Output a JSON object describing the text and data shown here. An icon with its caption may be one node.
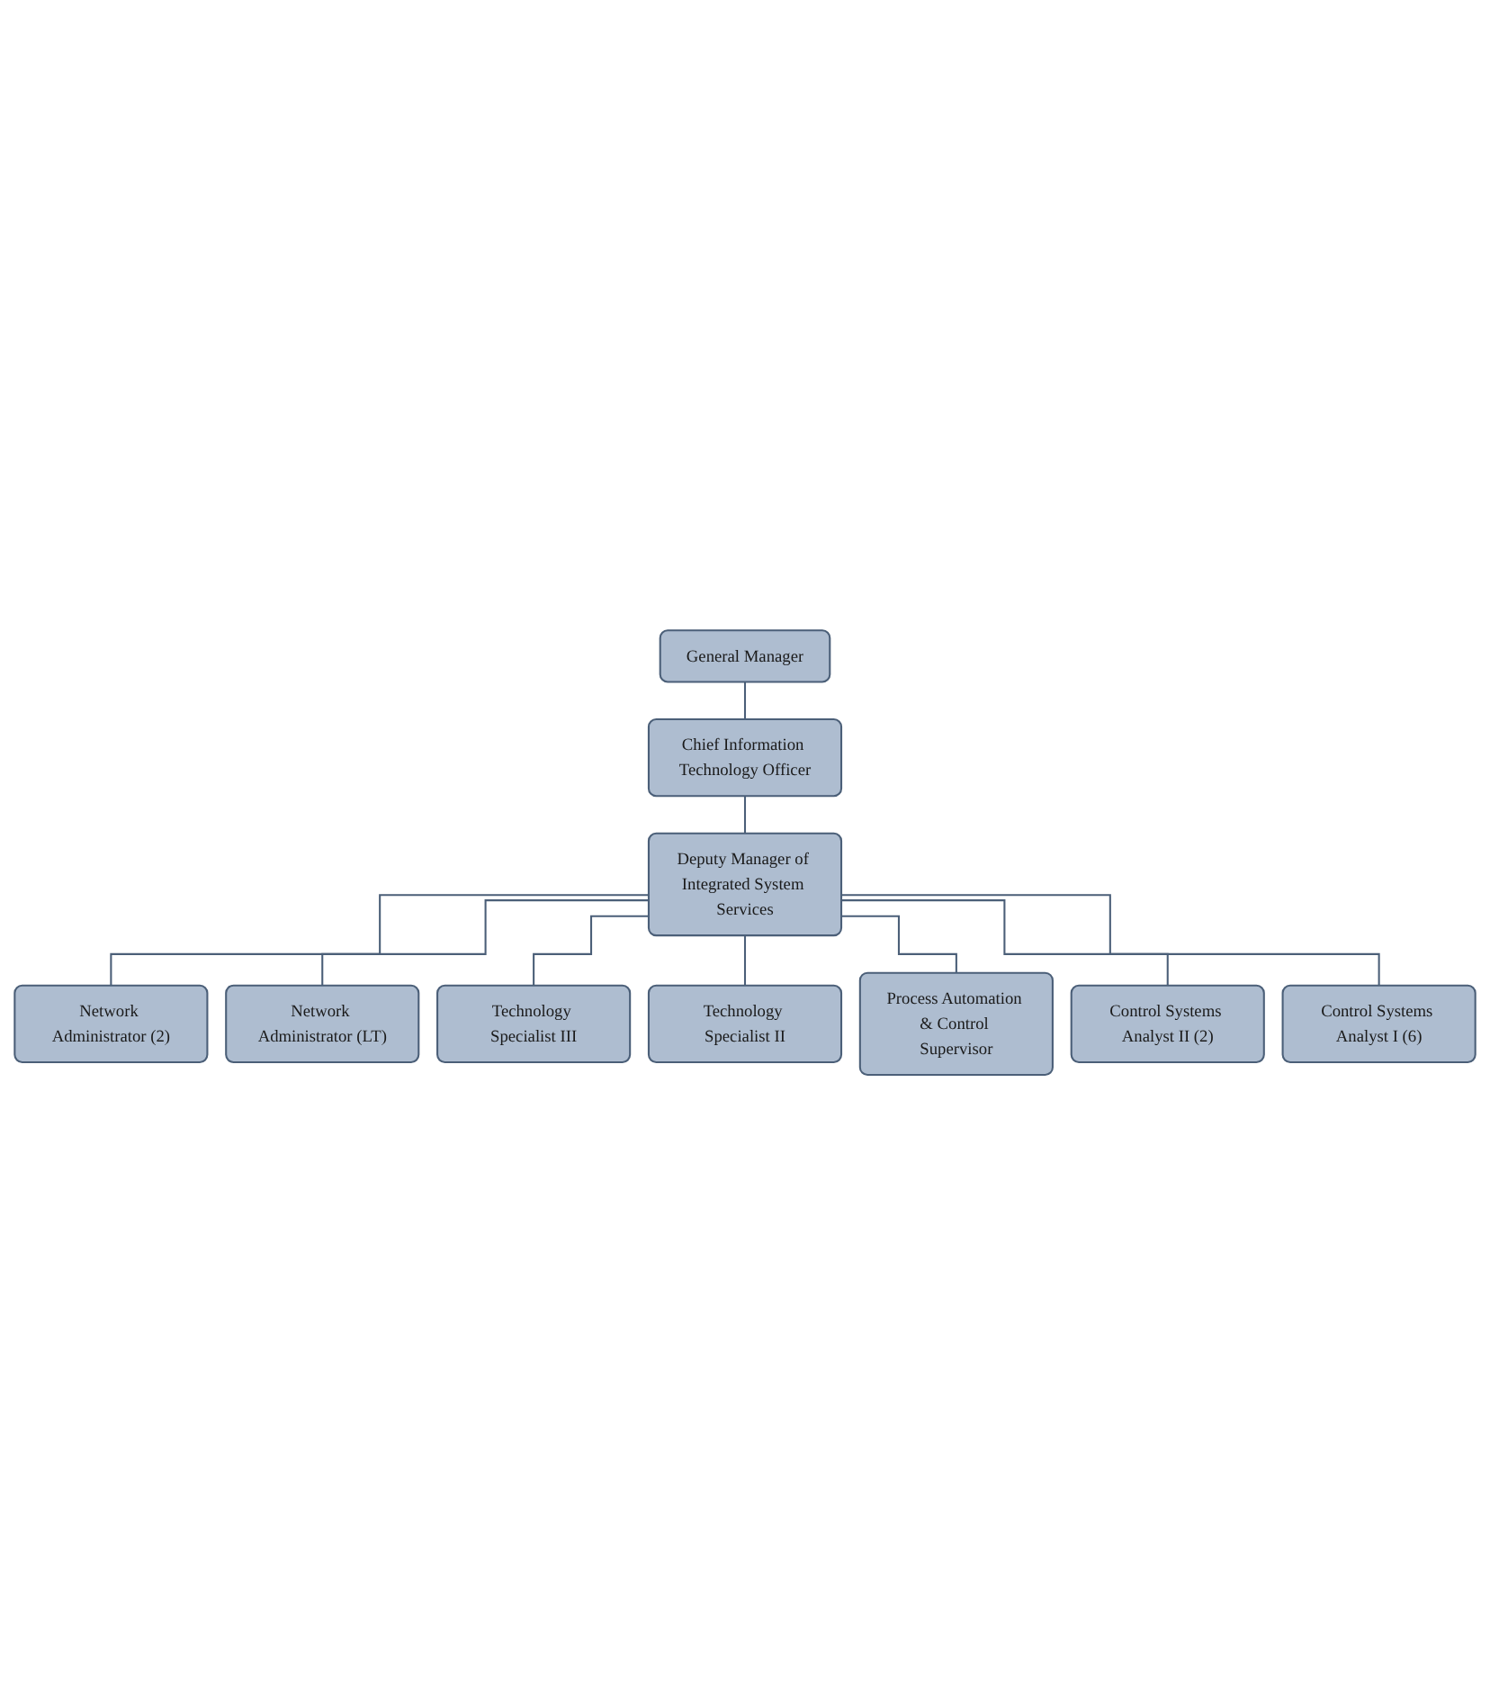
{
  "diagram": {
    "nodes": [
      {
        "text": [
          "General Manager"
        ]
      },
      {
        "text": [
          "Chief Information Technology Officer"
        ]
      },
      {
        "text": [
          "Deputy Manager of Integrated System Services"
        ]
      },
      {
        "text": [
          "Network Administrator (2)"
        ]
      },
      {
        "text": [
          "Network Administrator (LT)"
        ]
      },
      {
        "text": [
          "Technology Specialist III"
        ]
      },
      {
        "text": [
          "Technology Specialist II"
        ]
      },
      {
        "text": [
          "Process Automation & Control Supervisor"
        ]
      },
      {
        "text": [
          "Control Systems Analyst II (2)"
        ]
      },
      {
        "text": [
          "Control Systems Analyst I (6)"
        ]
      }
    ],
    "edges": [
      {
        "from": 0,
        "to": 1,
        "arrow": "none"
      },
      {
        "from": 1,
        "to": 2,
        "arrow": "none"
      },
      {
        "from": 2,
        "to": 3,
        "arrow": "none"
      },
      {
        "from": 2,
        "to": 4,
        "arrow": "none"
      },
      {
        "from": 2,
        "to": 5,
        "arrow": "none"
      },
      {
        "from": 2,
        "to": 6,
        "arrow": "none"
      },
      {
        "from": 2,
        "to": 7,
        "arrow": "none"
      },
      {
        "from": 2,
        "to": 8,
        "arrow": "none"
      },
      {
        "from": 2,
        "to": 9,
        "arrow": "none"
      }
    ]
  }
}
